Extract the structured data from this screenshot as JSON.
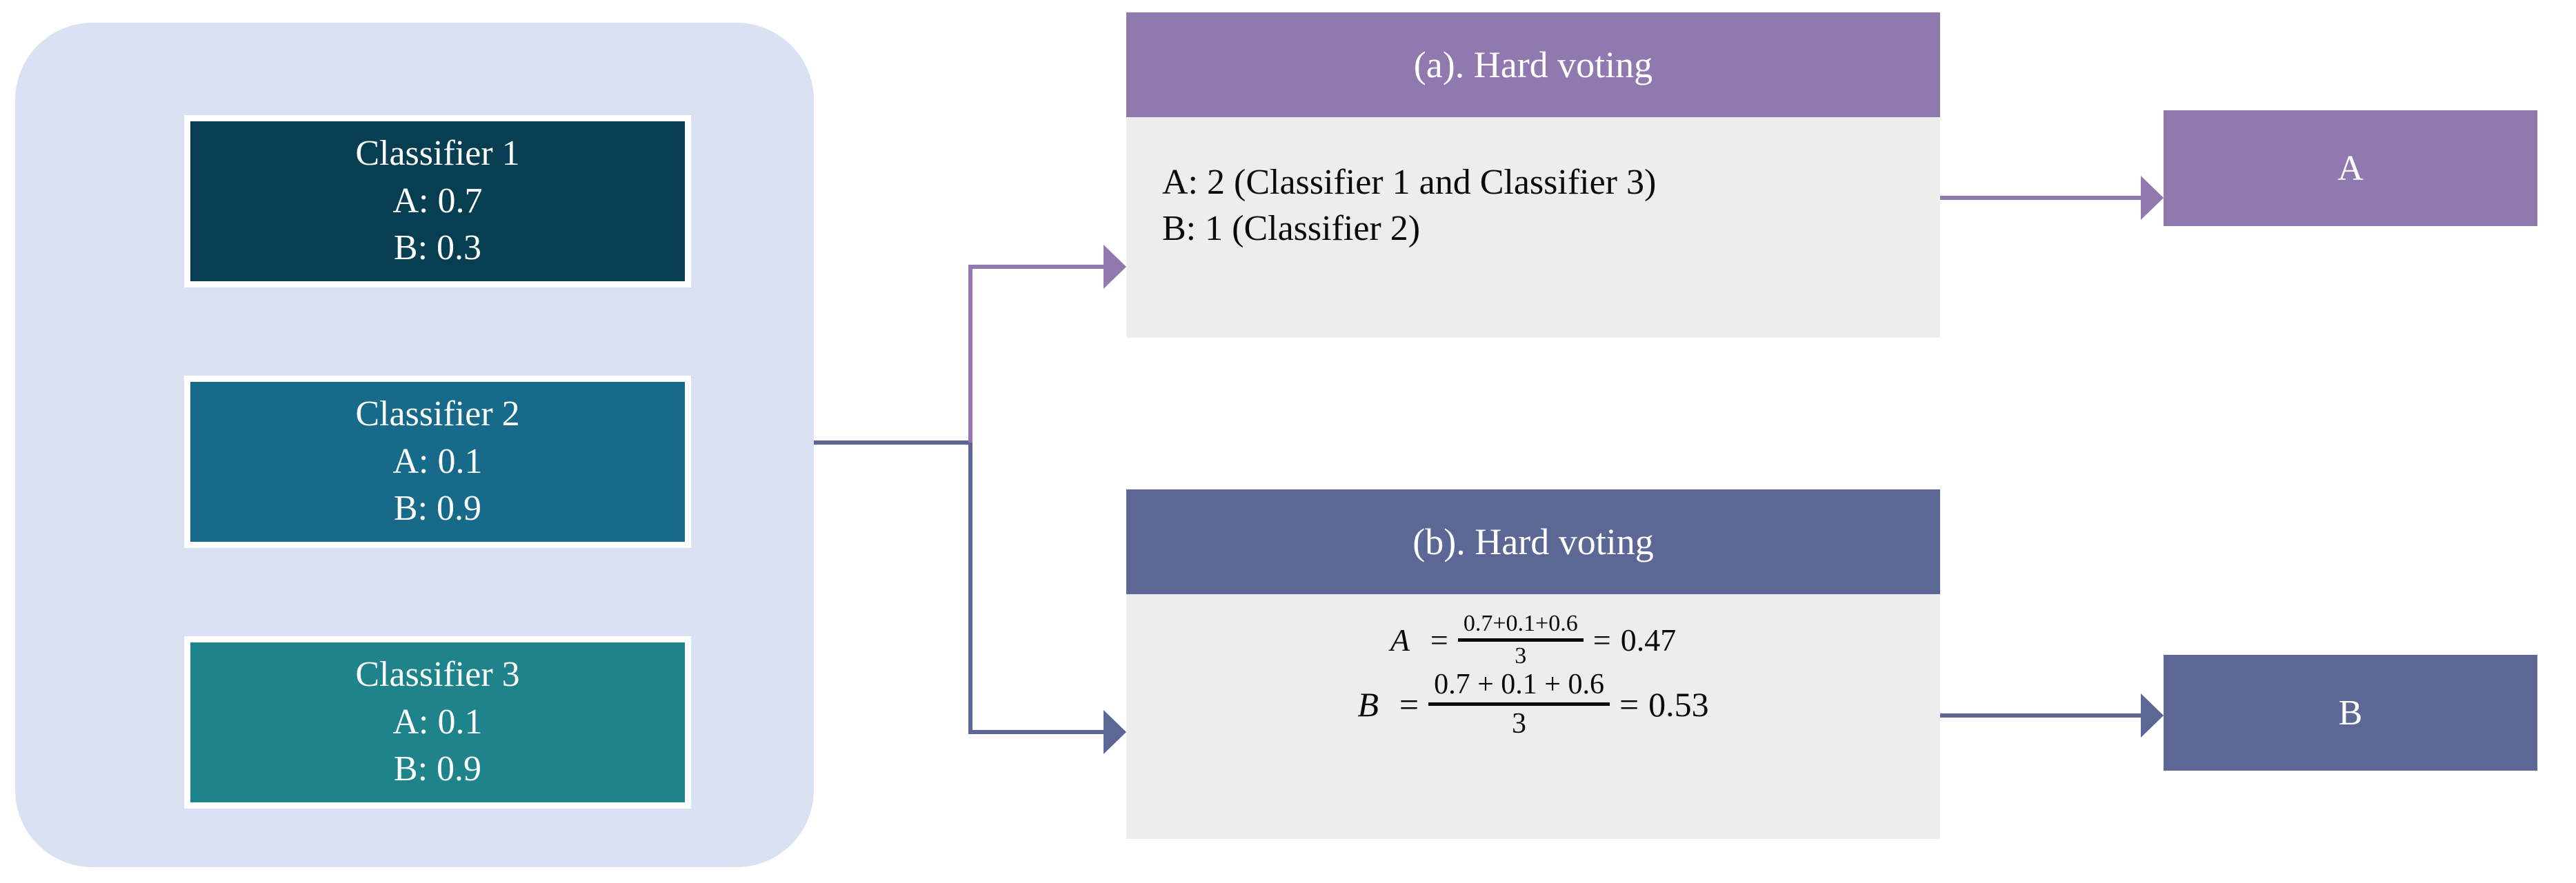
{
  "diagram": {
    "title": "Hard voting and soft voting ensemble diagram",
    "colors": {
      "container_bg": "#D9E1F2",
      "classifier_1": "#073E52",
      "classifier_2": "#176A89",
      "classifier_3": "#1E838B",
      "hard_voting_header": "#9079AE",
      "soft_voting_header": "#5D6795",
      "panel_body": "#EDEDED",
      "arrow_purple": "#9079AE",
      "arrow_blue": "#5D6795"
    }
  },
  "ensemble": {
    "classifiers": [
      {
        "name": "classifier-1",
        "title": "Classifier 1",
        "score_a": "A: 0.7",
        "score_b": "B: 0.3",
        "color": "#073E52"
      },
      {
        "name": "classifier-2",
        "title": "Classifier 2",
        "score_a": "A: 0.1",
        "score_b": "B: 0.9",
        "color": "#176A89"
      },
      {
        "name": "classifier-3",
        "title": "Classifier 3",
        "score_a": "A: 0.1",
        "score_b": "B: 0.9",
        "color": "#1E838B"
      }
    ]
  },
  "panels": {
    "hard": {
      "header": "(a). Hard voting",
      "line_a": "A: 2 (Classifier 1 and Classifier 3)",
      "line_b": "B: 1 (Classifier 2)"
    },
    "soft": {
      "header": "(b). Hard voting",
      "formula_a": {
        "var": "A",
        "eq1": "=",
        "numerator": "0.7+0.1+0.6",
        "denominator": "3",
        "eq2": "=",
        "result": "0.47"
      },
      "formula_b": {
        "var": "B",
        "eq1": "=",
        "numerator": "0.7 + 0.1 + 0.6",
        "denominator": "3",
        "eq2": "=",
        "result": "0.53"
      }
    }
  },
  "outcomes": {
    "top": {
      "label": "A",
      "color": "#9079AE"
    },
    "bottom": {
      "label": "B",
      "color": "#5D6795"
    }
  }
}
